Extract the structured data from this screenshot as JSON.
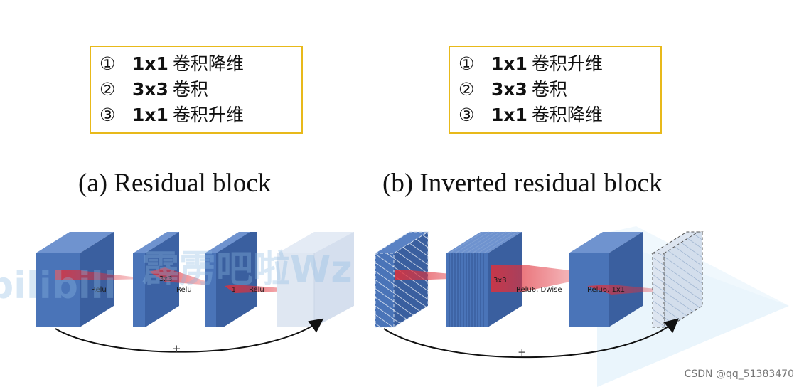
{
  "left_box": {
    "lines": [
      {
        "num": "①",
        "size": "1x1",
        "text": "卷积降维"
      },
      {
        "num": "②",
        "size": "3x3",
        "text": "卷积"
      },
      {
        "num": "③",
        "size": "1x1",
        "text": "卷积升维"
      }
    ]
  },
  "right_box": {
    "lines": [
      {
        "num": "①",
        "size": "1x1",
        "text": "卷积升维"
      },
      {
        "num": "②",
        "size": "3x3",
        "text": "卷积"
      },
      {
        "num": "③",
        "size": "1x1",
        "text": "卷积降维"
      }
    ]
  },
  "captions": {
    "left": "(a) Residual block",
    "right": "(b) Inverted residual block"
  },
  "left_diagram": {
    "labels": {
      "relu1": "Relu",
      "k3x3": "3x3",
      "relu2": "Relu",
      "k1": "1",
      "relu3": "Relu"
    },
    "plus": "+"
  },
  "right_diagram": {
    "labels": {
      "k3x3": "3x3",
      "dwise": "Relu6, Dwise",
      "relu6_1x1": "Relu6, 1x1"
    },
    "plus": "+"
  },
  "watermark": {
    "left": "bilibili",
    "center": "霹雳吧啦Wz"
  },
  "credit": "CSDN @qq_51383470",
  "colors": {
    "box_border": "#e8b91a",
    "block_face": "#4a74b8",
    "block_side": "#3a5f9f",
    "block_top": "#6f93cf",
    "output_ghost": "#d9e3f1",
    "highlight_red": "#e0303a",
    "watermark_blue": "#8cb9e1"
  }
}
